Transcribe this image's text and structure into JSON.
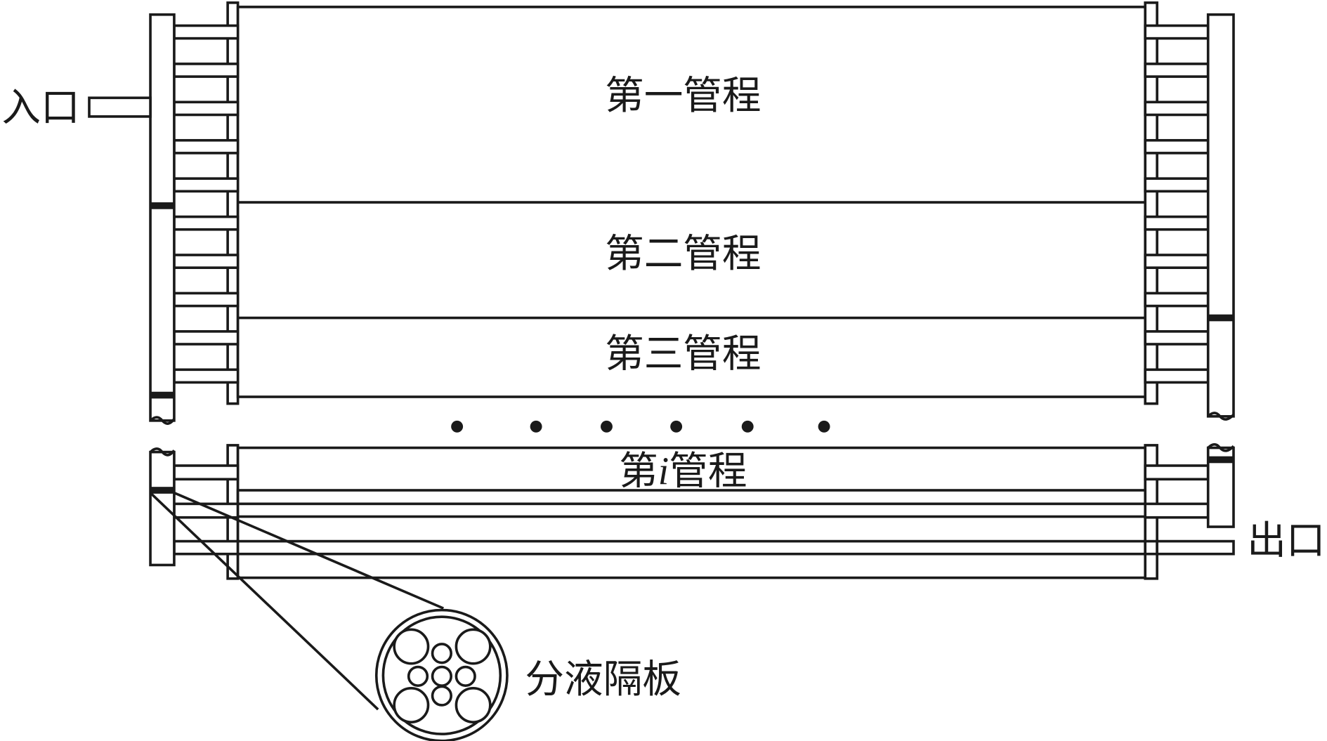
{
  "labels": {
    "inlet": "入口",
    "outlet": "出口",
    "pass_1": "第一管程",
    "pass_2": "第二管程",
    "pass_3": "第三管程",
    "pass_i_prefix": "第",
    "pass_i_var": "i",
    "pass_i_suffix": "管程",
    "distributor_plate": "分液隔板"
  },
  "ellipsis_dot_count": 6,
  "colors": {
    "stroke": "#1a1a1a",
    "background": "#ffffff"
  }
}
